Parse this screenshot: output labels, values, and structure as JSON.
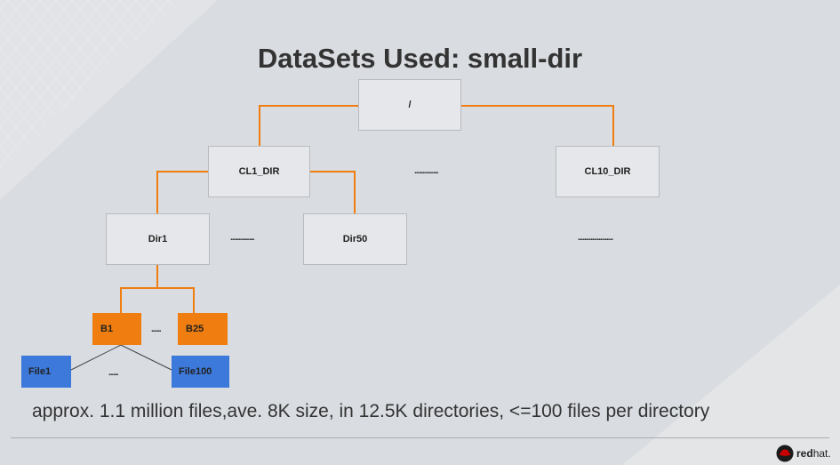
{
  "title": "DataSets Used: small-dir",
  "nodes": {
    "root": "/",
    "cl1": "CL1_DIR",
    "cl10": "CL10_DIR",
    "dir1": "Dir1",
    "dir50": "Dir50",
    "b1": "B1",
    "b25": "B25",
    "file1": "File1",
    "file100": "File100"
  },
  "ellipses": {
    "clusters": "...............",
    "dirs": "...............",
    "far_dirs": "......................",
    "blocks": "......",
    "files": "......"
  },
  "caption": "approx. 1.1 million files,ave. 8K size, in 12.5K directories, <=100 files per directory",
  "logo": {
    "part1": "red",
    "part2": "hat."
  },
  "colors": {
    "connector": "#f07d0f",
    "block": "#f07d0f",
    "file": "#3c79db"
  }
}
